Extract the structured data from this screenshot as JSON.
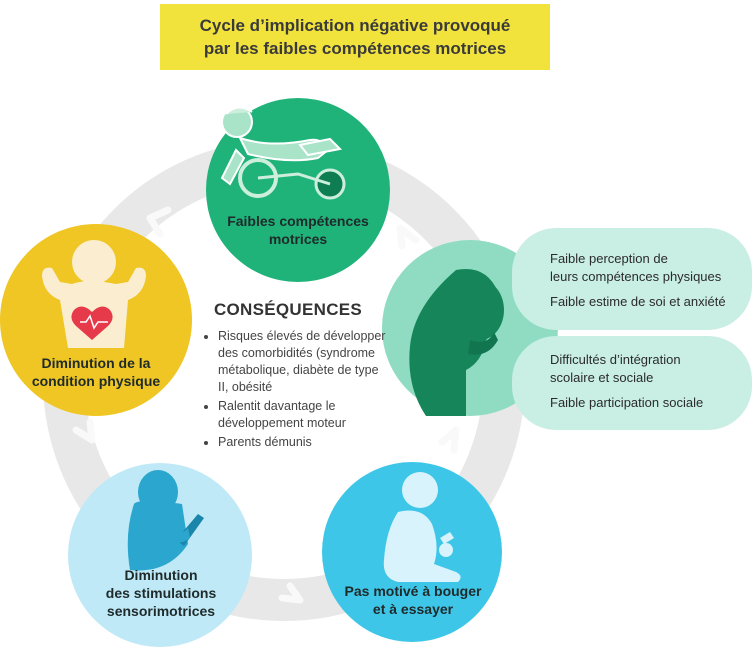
{
  "title": {
    "line1": "Cycle d’implication négative provoqué",
    "line2": "par les faibles compétences motrices"
  },
  "nodes": {
    "top": {
      "line1": "Faibles compétences",
      "line2": "motrices",
      "color": "#1fb37a"
    },
    "right": {
      "color": "#8fdcc3"
    },
    "bottom_right": {
      "line1": "Pas motivé à bouger",
      "line2": "et à essayer",
      "color": "#3ec6e8"
    },
    "bottom_left": {
      "line1": "Diminution",
      "line2": "des stimulations",
      "line3": "sensorimotrices",
      "color": "#bfe9f6"
    },
    "left": {
      "line1": "Diminution de la",
      "line2": "condition physique",
      "color": "#efc624"
    }
  },
  "consequences": {
    "title": "CONSÉQUENCES",
    "items": [
      "Risques élevés de développer des comorbidités (syndrome métabolique, diabète de type II, obésité",
      "Ralentit davantage le développement moteur",
      "Parents démunis"
    ]
  },
  "effects": {
    "group1": {
      "item1_line1": "Faible perception de",
      "item1_line2": "leurs compétences physiques",
      "item2": "Faible estime de soi et anxiété"
    },
    "group2": {
      "item1_line1": "Difficultés d’intégration",
      "item1_line2": "scolaire et sociale",
      "item2": "Faible participation sociale"
    }
  },
  "colors": {
    "ring": "#e8e8e8",
    "ring_arrow": "#f7f7f7",
    "pill": "#c9eee3",
    "title_bg": "#f2e33c",
    "figure_dark": "#16865a",
    "figure_light": "#ffffff"
  },
  "icons": [
    "child-on-bike-icon",
    "child-head-in-hands-icon",
    "baby-sitting-icon",
    "child-with-tablet-icon",
    "child-flexing-heart-icon"
  ]
}
